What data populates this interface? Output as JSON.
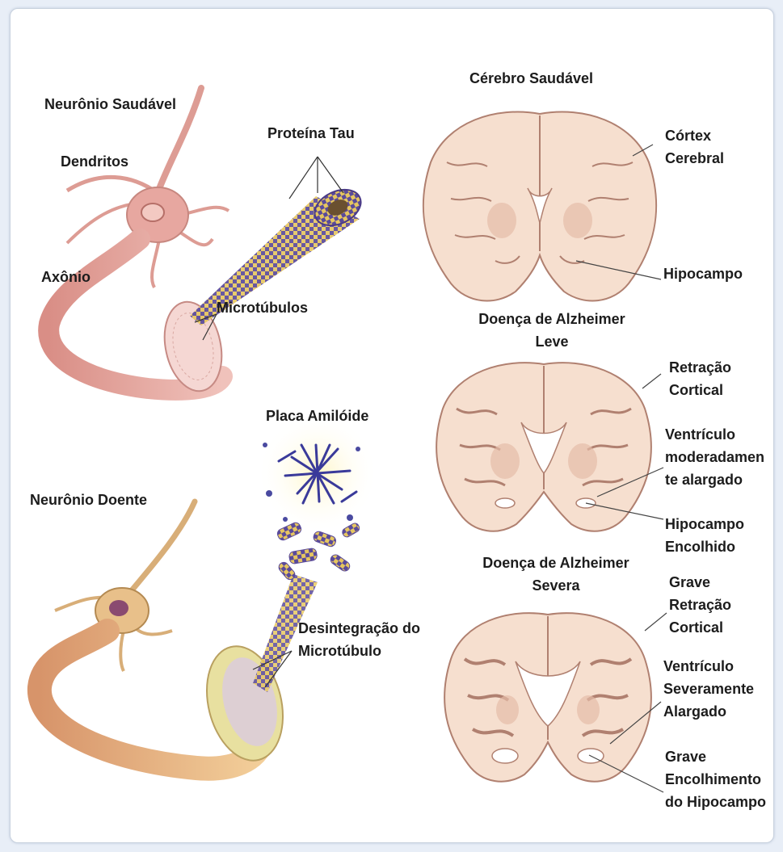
{
  "neurons": {
    "healthy_title": "Neurônio Saudável",
    "dendrites": "Dendritos",
    "axon": "Axônio",
    "tau": "Proteína Tau",
    "microtubules": "Microtúbulos",
    "sick_title": "Neurônio Doente",
    "amyloid": "Placa Amilóide",
    "disintegration": [
      "Desintegração do",
      "Microtúbulo"
    ]
  },
  "brains": {
    "healthy": {
      "title": "Cérebro Saudável",
      "cortex": [
        "Córtex",
        "Cerebral"
      ],
      "hippocampus": "Hipocampo"
    },
    "mild": {
      "title": [
        "Doença de Alzheimer",
        "Leve"
      ],
      "retraction": [
        "Retração",
        "Cortical"
      ],
      "ventricle": [
        "Ventrículo",
        "moderadamen",
        "te alargado"
      ],
      "hippocampus": [
        "Hipocampo",
        "Encolhido"
      ]
    },
    "severe": {
      "title": [
        "Doença de Alzheimer",
        "Severa"
      ],
      "retraction": [
        "Grave",
        "Retração",
        "Cortical"
      ],
      "ventricle": [
        "Ventrículo",
        "Severamente",
        "Alargado"
      ],
      "hippocampus": [
        "Grave",
        "Encolhimento",
        "do Hipocampo"
      ]
    }
  },
  "colors": {
    "brain_fill": "#f6dfcf",
    "brain_outline": "#b08070",
    "neuron_healthy": "#e7a7a0",
    "neuron_sick": "#e8c08a",
    "tau_purple": "#5a4a9a",
    "tau_yellow": "#e6c660"
  }
}
